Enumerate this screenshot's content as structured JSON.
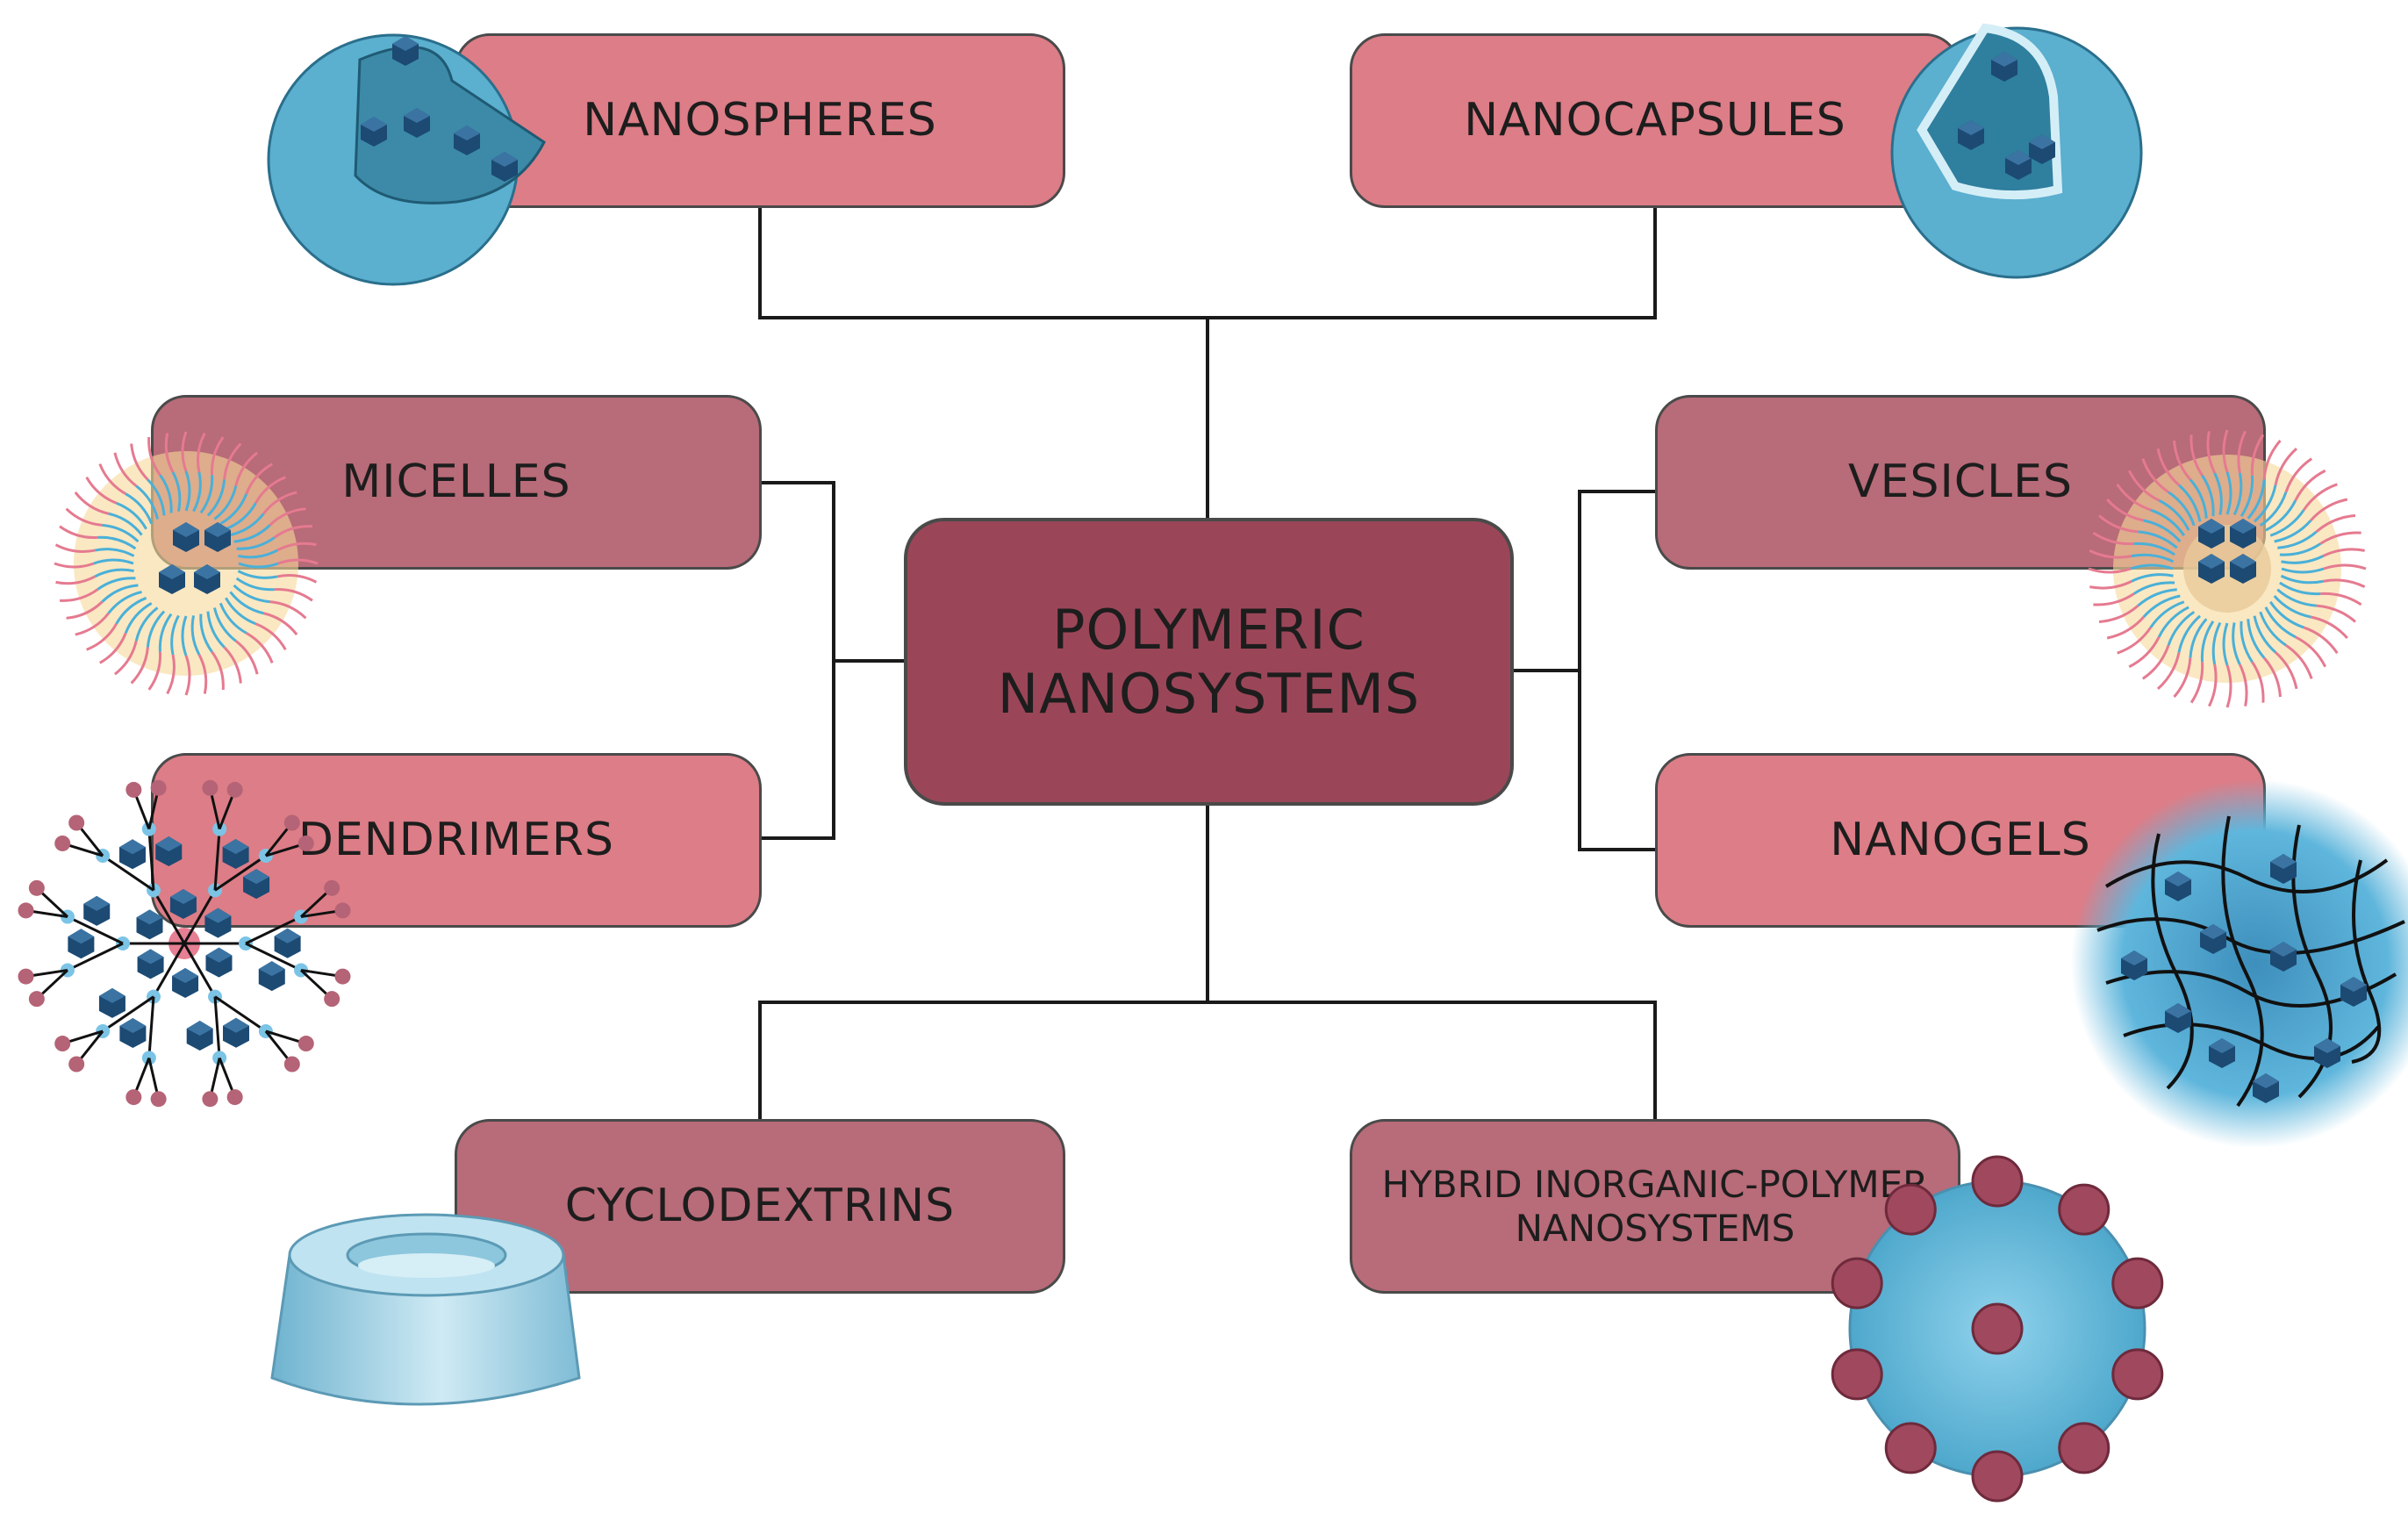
{
  "diagram": {
    "center": "POLYMERIC\nNANOSYSTEMS",
    "nodes": {
      "nanospheres": "NANOSPHERES",
      "nanocapsules": "NANOCAPSULES",
      "micelles": "MICELLES",
      "vesicles": "VESICLES",
      "dendrimers": "DENDRIMERS",
      "nanogels": "NANOGELS",
      "cyclodextrins": "CYCLODEXTRINS",
      "hybrid": "HYBRID INORGANIC-POLYMER\nNANOSYSTEMS"
    },
    "icons": {
      "nanospheres": "nanosphere-cutaway-icon",
      "nanocapsules": "nanocapsule-cutaway-icon",
      "micelles": "micelle-icon",
      "vesicles": "vesicle-icon",
      "dendrimers": "dendrimer-icon",
      "nanogels": "nanogel-icon",
      "cyclodextrins": "cyclodextrin-cone-icon",
      "hybrid": "hybrid-particle-icon"
    },
    "colors": {
      "box_light": "#dd7d87",
      "box_mid": "#b86b78",
      "box_center": "#9b4658",
      "sphere_blue": "#5bafcf",
      "drug_dark": "#1c4a73",
      "line": "#1a1a1a"
    }
  }
}
